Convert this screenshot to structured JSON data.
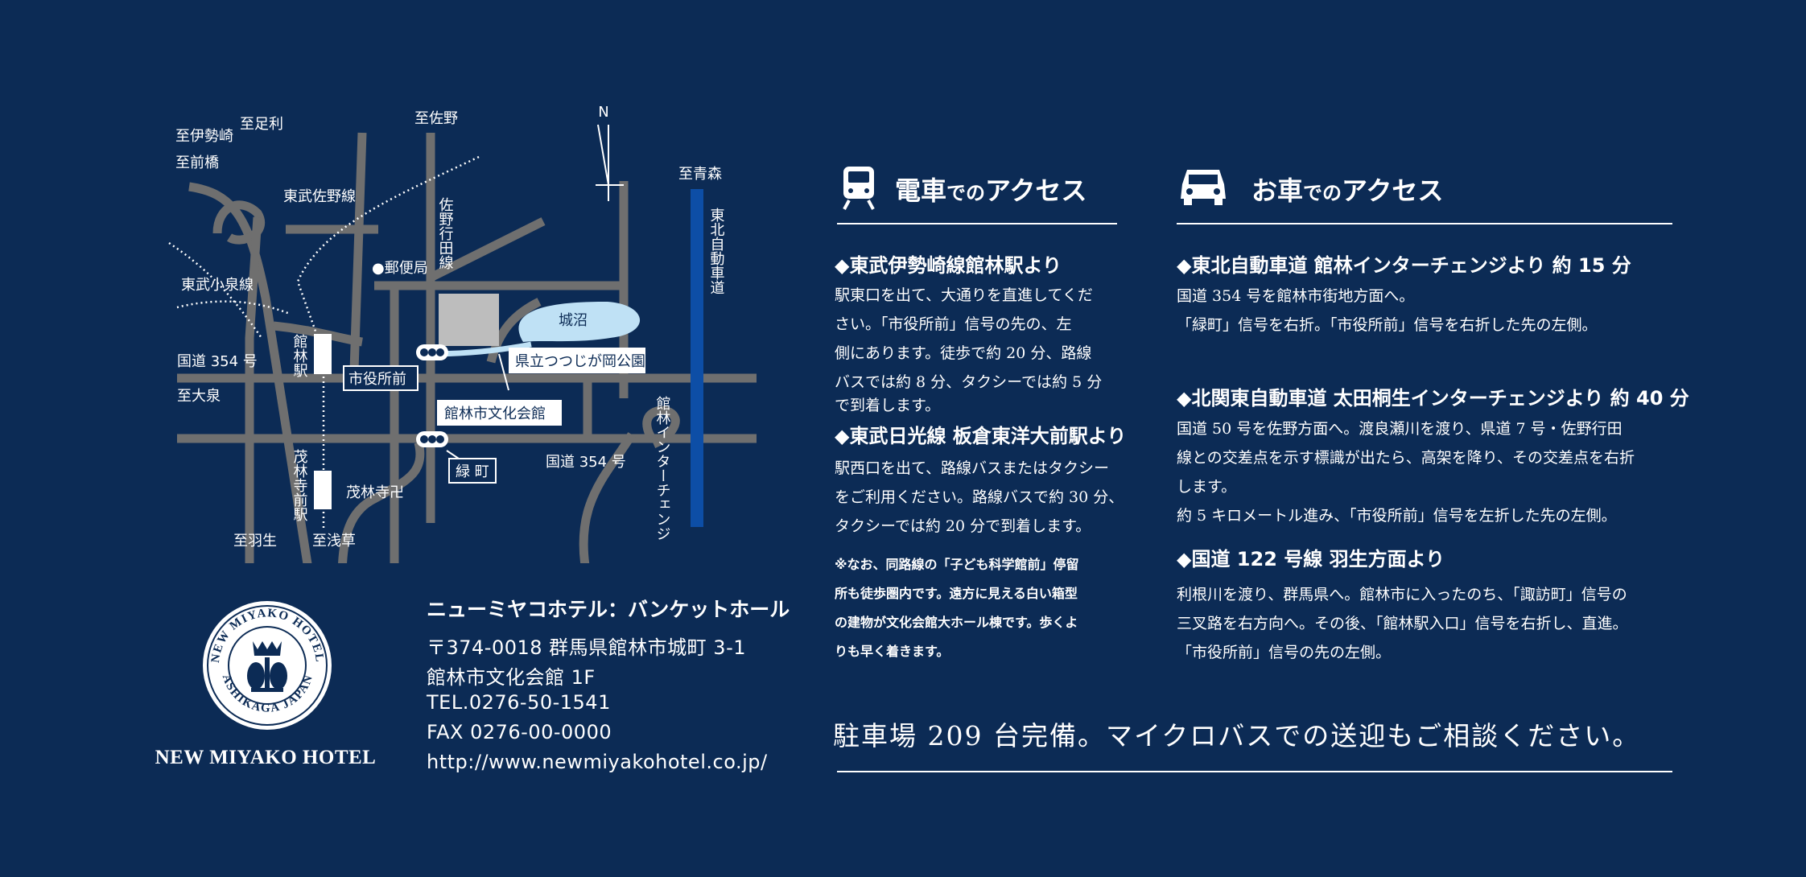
{
  "map": {
    "compass": "N",
    "labels": {
      "to_isesaki": "至伊勢崎",
      "to_ashikaga": "至足利",
      "to_maebashi": "至前橋",
      "to_sano": "至佐野",
      "to_aomori": "至青森",
      "tobu_sano_line": "東武佐野線",
      "tobu_koizumi_line": "東武小泉線",
      "post_office": "●郵便局",
      "sano_gyoda_line": "佐野行田線",
      "tohoku_expressway": "東北自動車道",
      "jonuma": "城沼",
      "tsutsujigaoka_park": "県立つつじが岡公園",
      "route354_left": "国道 354 号",
      "to_oizumi": "至大泉",
      "tatebayashi_station": "館林駅",
      "city_hall_mae": "市役所前",
      "culture_hall": "館林市文化会館",
      "tatebayashi_ic": "館林インターチェンジ",
      "midoricho": "緑 町",
      "route354_right": "国道 354 号",
      "morinji_station": "茂林寺前駅",
      "morinji_temple": "茂林寺卍",
      "to_hanyu": "至羽生",
      "to_asakusa": "至浅草"
    },
    "colors": {
      "road": "#6f6f6f",
      "expressway": "#0d4ea6",
      "lake": "#bfe1f5",
      "culture_block": "#bdbdbd"
    }
  },
  "hotel": {
    "logo_icon": "crest-icon",
    "logo_ring_top": "NEW MIYAKO HOTEL",
    "logo_ring_bottom": "ASHIKAGA JAPAN",
    "name_en": "NEW MIYAKO HOTEL",
    "title": "ニューミヤコホテル：バンケットホール",
    "address_lines": [
      "〒374-0018 群馬県館林市城町 3-1",
      "館林市文化会館 1F",
      "TEL.0276-50-1541",
      "FAX 0276-00-0000",
      "http://www.newmiyakohotel.co.jp/"
    ]
  },
  "train": {
    "icon": "train-icon",
    "heading_main1": "電車",
    "heading_small": "での",
    "heading_main2": "アクセス",
    "sections": [
      {
        "title": "◆東武伊勢崎線館林駅より",
        "lines": [
          "駅東口を出て、大通りを直進してくだ",
          "さい。「市役所前」信号の先の、左",
          "側にあります。徒歩で約 20 分、路線",
          "バスでは約 8 分、タクシーでは約 5 分",
          "で到着します。"
        ]
      },
      {
        "title": "◆東武日光線 板倉東洋大前駅より",
        "lines": [
          "駅西口を出て、路線バスまたはタクシー",
          "をご利用ください。路線バスで約 30 分、",
          "タクシーでは約 20 分で到着します。"
        ]
      }
    ],
    "note_lines": [
      "※なお、同路線の「子ども科学館前」停留",
      "所も徒歩圏内です。遠方に見える白い箱型",
      "の建物が文化会館大ホール棟です。歩くよ",
      "りも早く着きます。"
    ]
  },
  "car": {
    "icon": "car-icon",
    "heading_main1": "お車",
    "heading_small": "での",
    "heading_main2": "アクセス",
    "sections": [
      {
        "title": "◆東北自動車道 館林インターチェンジより 約 15 分",
        "lines": [
          "国道 354 号を館林市街地方面へ。",
          "「緑町」信号を右折。「市役所前」信号を右折した先の左側。"
        ]
      },
      {
        "title": "◆北関東自動車道 太田桐生インターチェンジより 約 40 分",
        "lines": [
          "国道 50 号を佐野方面へ。渡良瀬川を渡り、県道 7 号・佐野行田",
          "線との交差点を示す標識が出たら、高架を降り、その交差点を右折",
          "します。",
          "約 5 キロメートル進み、「市役所前」信号を左折した先の左側。"
        ]
      },
      {
        "title": "◆国道 122 号線 羽生方面より",
        "lines": [
          "利根川を渡り、群馬県へ。館林市に入ったのち、「諏訪町」信号の",
          "三叉路を右方向へ。その後、「館林駅入口」信号を右折し、直進。",
          "「市役所前」信号の先の左側。"
        ]
      }
    ]
  },
  "parking": "駐車場 209 台完備。マイクロバスでの送迎もご相談ください。"
}
